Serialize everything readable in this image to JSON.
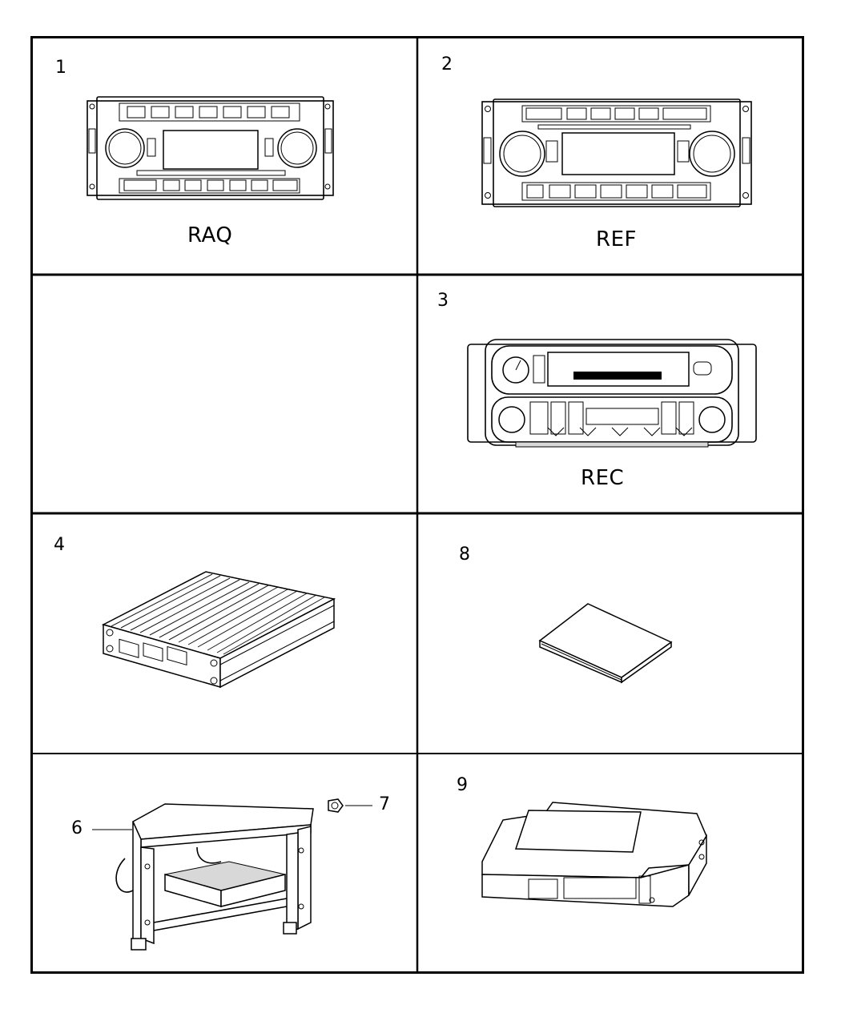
{
  "panels": [
    {
      "id": "p1",
      "number": "1",
      "caption": "RAQ"
    },
    {
      "id": "p2",
      "number": "2",
      "caption": "REF"
    },
    {
      "id": "p3",
      "number": "3",
      "caption": "REC"
    },
    {
      "id": "p4",
      "number": "4"
    },
    {
      "id": "p8",
      "number": "8"
    },
    {
      "id": "p6",
      "callouts": [
        "6",
        "7"
      ]
    },
    {
      "id": "p9",
      "number": "9"
    }
  ],
  "icons": {
    "p1": "radio-head-unit-raq-icon",
    "p2": "radio-head-unit-ref-icon",
    "p3": "radio-head-unit-rec-icon",
    "p4": "amplifier-module-icon",
    "p8": "manual-booklet-icon",
    "p6": "mounting-bracket-icon",
    "p9": "control-module-icon"
  }
}
